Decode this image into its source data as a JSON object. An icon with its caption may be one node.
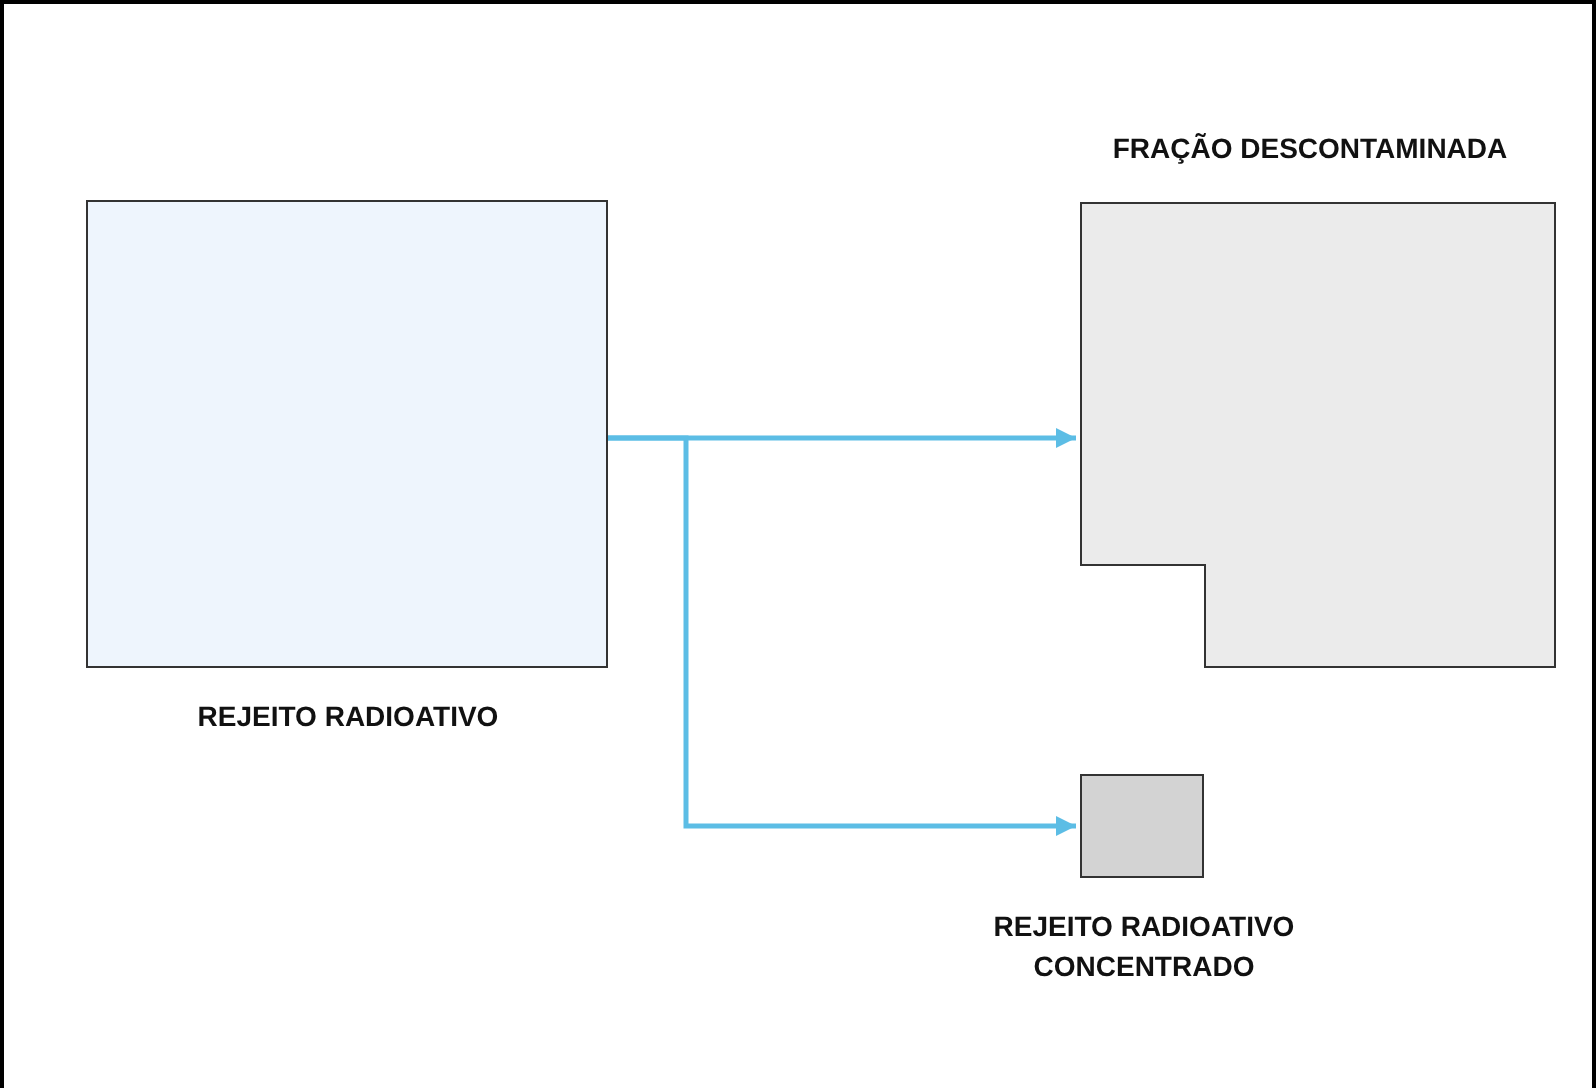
{
  "diagram": {
    "nodes": [
      {
        "text": [
          "REJEITO RADIOATIVO"
        ]
      },
      {
        "text": [
          "FRAÇÃO DESCONTAMINADA"
        ]
      },
      {
        "text": [
          "REJEITO RADIOATIVO CONCENTRADO"
        ]
      }
    ],
    "edges": [
      {
        "from": 0,
        "to": 1,
        "arrow": "to"
      },
      {
        "from": 0,
        "to": 2,
        "arrow": "to"
      }
    ]
  }
}
